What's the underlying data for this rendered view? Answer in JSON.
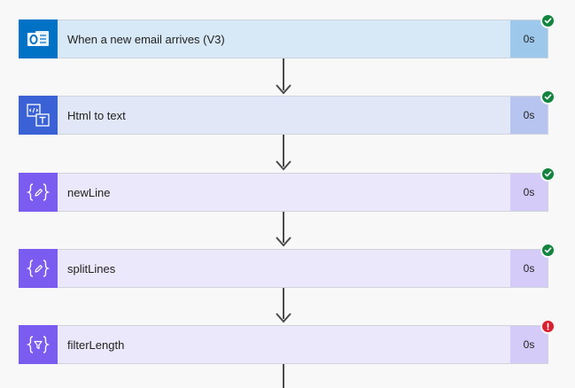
{
  "steps": [
    {
      "id": "email",
      "label": "When a new email arrives (V3)",
      "duration": "0s",
      "status": "success",
      "icon": "outlook-icon",
      "color": "#0072c6",
      "bg": "#d7e8f7",
      "durationBg": "#9dc8ec"
    },
    {
      "id": "html",
      "label": "Html to text",
      "duration": "0s",
      "status": "success",
      "icon": "html-to-text-icon",
      "color": "#3a62d6",
      "bg": "#e1e7f7",
      "durationBg": "#b7c4f0"
    },
    {
      "id": "newline",
      "label": "newLine",
      "duration": "0s",
      "status": "success",
      "icon": "variable-edit-icon",
      "color": "#7a5cf0",
      "bg": "#ece8fb",
      "durationBg": "#d4cbf8"
    },
    {
      "id": "splitlines",
      "label": "splitLines",
      "duration": "0s",
      "status": "success",
      "icon": "variable-edit-icon",
      "color": "#7a5cf0",
      "bg": "#ece8fb",
      "durationBg": "#d4cbf8"
    },
    {
      "id": "filterlength",
      "label": "filterLength",
      "duration": "0s",
      "status": "error",
      "icon": "filter-array-icon",
      "color": "#7a5cf0",
      "bg": "#ece8fb",
      "durationBg": "#d4cbf8"
    }
  ]
}
